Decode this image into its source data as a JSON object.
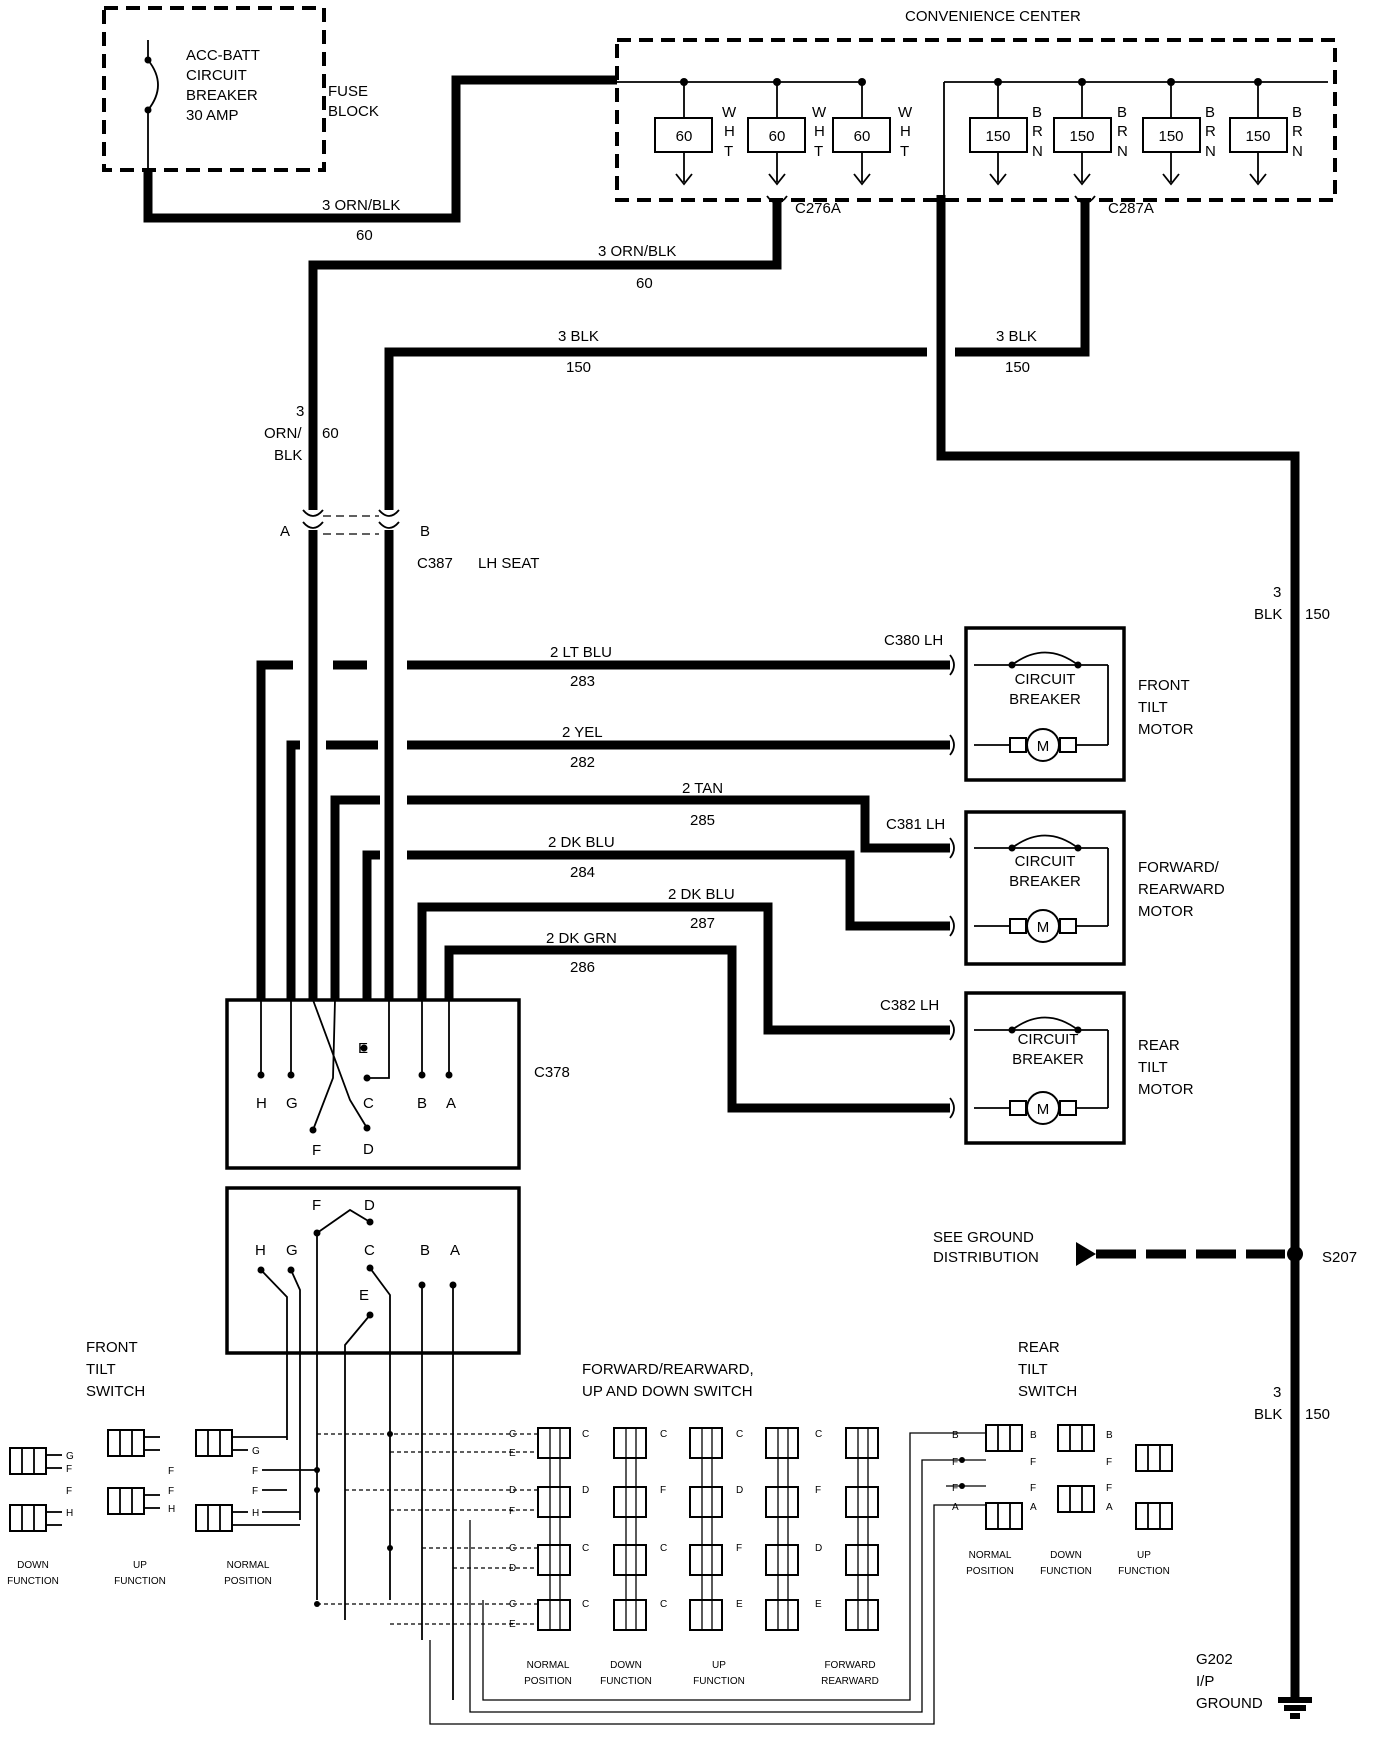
{
  "title": "CONVENIENCE CENTER",
  "fuse_block": {
    "breaker_lines": [
      "ACC-BATT",
      "CIRCUIT",
      "BREAKER",
      "30 AMP"
    ],
    "label_lines": [
      "FUSE",
      "BLOCK"
    ]
  },
  "convenience_center": {
    "fuses_60": [
      "60",
      "60",
      "60"
    ],
    "fuses_150": [
      "150",
      "150",
      "150",
      "150"
    ],
    "wht": [
      "W",
      "H",
      "T"
    ],
    "brn": [
      "B",
      "R",
      "N"
    ],
    "connector_a": "C276A",
    "connector_b": "C287A"
  },
  "wires": {
    "w1": {
      "gauge_color": "3  ORN/BLK",
      "circuit": "60"
    },
    "w2": {
      "gauge_color": "3  ORN/BLK",
      "circuit": "60"
    },
    "w3": {
      "gauge_color": "3 BLK",
      "circuit": "150"
    },
    "w4": {
      "gauge_color": "3 BLK",
      "circuit": "150"
    },
    "vert_orn": [
      "3",
      "ORN/",
      "BLK"
    ],
    "vert_orn_circuit": "60",
    "right_blk": [
      "3",
      "BLK"
    ],
    "right_blk_circuit": "150",
    "right_blk2": [
      "3",
      "BLK"
    ],
    "right_blk2_circuit": "150",
    "lt_blu": {
      "label": "2 LT BLU",
      "circuit": "283"
    },
    "yel": {
      "label": "2 YEL",
      "circuit": "282"
    },
    "tan": {
      "label": "2 TAN",
      "circuit": "285"
    },
    "dk_blu_1": {
      "label": "2 DK BLU",
      "circuit": "284"
    },
    "dk_blu_2": {
      "label": "2 DK BLU",
      "circuit": "287"
    },
    "dk_grn": {
      "label": "2 DK GRN",
      "circuit": "286"
    }
  },
  "connectors": {
    "c387": {
      "pin_a": "A",
      "pin_b": "B",
      "name": "C387",
      "desc": "LH SEAT"
    },
    "c380": "C380 LH",
    "c381": "C381 LH",
    "c382": "C382 LH",
    "c378": "C378",
    "c378_pins": [
      "H",
      "G",
      "F",
      "E",
      "C",
      "D",
      "B",
      "A"
    ]
  },
  "switch_box_pins": [
    "F",
    "D",
    "H",
    "G",
    "C",
    "B",
    "A",
    "E"
  ],
  "motors": [
    {
      "cb": [
        "CIRCUIT",
        "BREAKER"
      ],
      "name": [
        "FRONT",
        "TILT",
        "MOTOR"
      ],
      "m": "M"
    },
    {
      "cb": [
        "CIRCUIT",
        "BREAKER"
      ],
      "name": [
        "FORWARD/",
        "REARWARD",
        "MOTOR"
      ],
      "m": "M"
    },
    {
      "cb": [
        "CIRCUIT",
        "BREAKER"
      ],
      "name": [
        "REAR",
        "TILT",
        "MOTOR"
      ],
      "m": "M"
    }
  ],
  "ground": {
    "see": [
      "SEE GROUND",
      "DISTRIBUTION"
    ],
    "splice": "S207",
    "g202": [
      "G202",
      "I/P",
      "GROUND"
    ]
  },
  "switches": {
    "front_tilt_title": [
      "FRONT",
      "TILT",
      "SWITCH"
    ],
    "fwd_title": [
      "FORWARD/REARWARD,",
      "UP AND DOWN SWITCH"
    ],
    "rear_tilt_title": [
      "REAR",
      "TILT",
      "SWITCH"
    ],
    "front_positions": [
      [
        "DOWN",
        "FUNCTION"
      ],
      [
        "UP",
        "FUNCTION"
      ],
      [
        "NORMAL",
        "POSITION"
      ]
    ],
    "fwd_positions": [
      [
        "NORMAL",
        "POSITION"
      ],
      [
        "DOWN",
        "FUNCTION"
      ],
      [
        "UP",
        "FUNCTION"
      ],
      [
        "FORWARD",
        "REARWARD"
      ]
    ],
    "rear_positions": [
      [
        "NORMAL",
        "POSITION"
      ],
      [
        "DOWN",
        "FUNCTION"
      ],
      [
        "UP",
        "FUNCTION"
      ]
    ]
  },
  "contact_letters": {
    "g": "G",
    "f": "F",
    "h": "H",
    "c": "C",
    "d": "D",
    "e": "E",
    "b": "B",
    "a": "A"
  }
}
